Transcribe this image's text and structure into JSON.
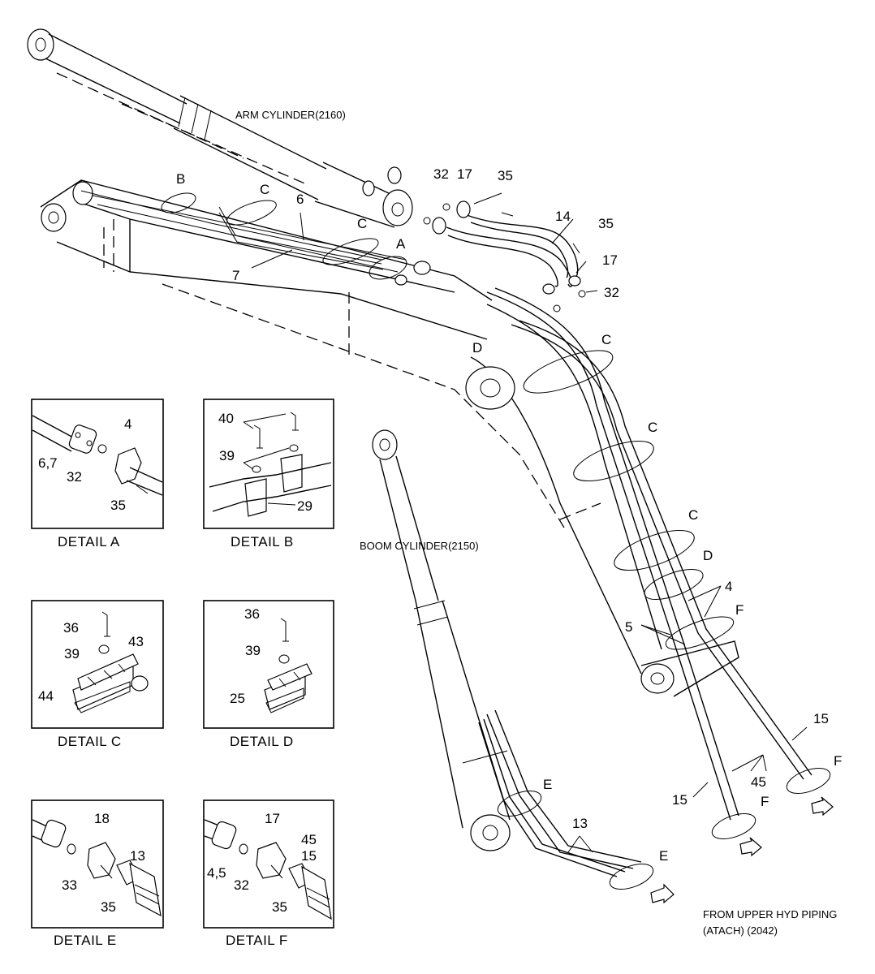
{
  "titles": {
    "arm_cylinder": "ARM CYLINDER(2160)",
    "boom_cylinder": "BOOM CYLINDER(2150)",
    "from_line1": "FROM UPPER HYD PIPING",
    "from_line2": "(ATACH) (2042)"
  },
  "callouts": {
    "B": "B",
    "C": "C",
    "A": "A",
    "D": "D",
    "E": "E",
    "F": "F",
    "n6": "6",
    "n7": "7",
    "n32": "32",
    "n17": "17",
    "n35": "35",
    "n14": "14",
    "n4": "4",
    "n5": "5",
    "n15": "15",
    "n45": "45",
    "n13": "13"
  },
  "details": {
    "a": {
      "caption": "DETAIL  A",
      "labels": [
        "4",
        "6,7",
        "32",
        "35"
      ]
    },
    "b": {
      "caption": "DETAIL  B",
      "labels": [
        "40",
        "39",
        "29"
      ]
    },
    "c": {
      "caption": "DETAIL  C",
      "labels": [
        "36",
        "39",
        "43",
        "44"
      ]
    },
    "d": {
      "caption": "DETAIL  D",
      "labels": [
        "36",
        "39",
        "25"
      ]
    },
    "e": {
      "caption": "DETAIL  E",
      "labels": [
        "18",
        "13",
        "33",
        "35"
      ]
    },
    "f": {
      "caption": "DETAIL  F",
      "labels": [
        "17",
        "45",
        "15",
        "4,5",
        "32",
        "35"
      ]
    }
  }
}
